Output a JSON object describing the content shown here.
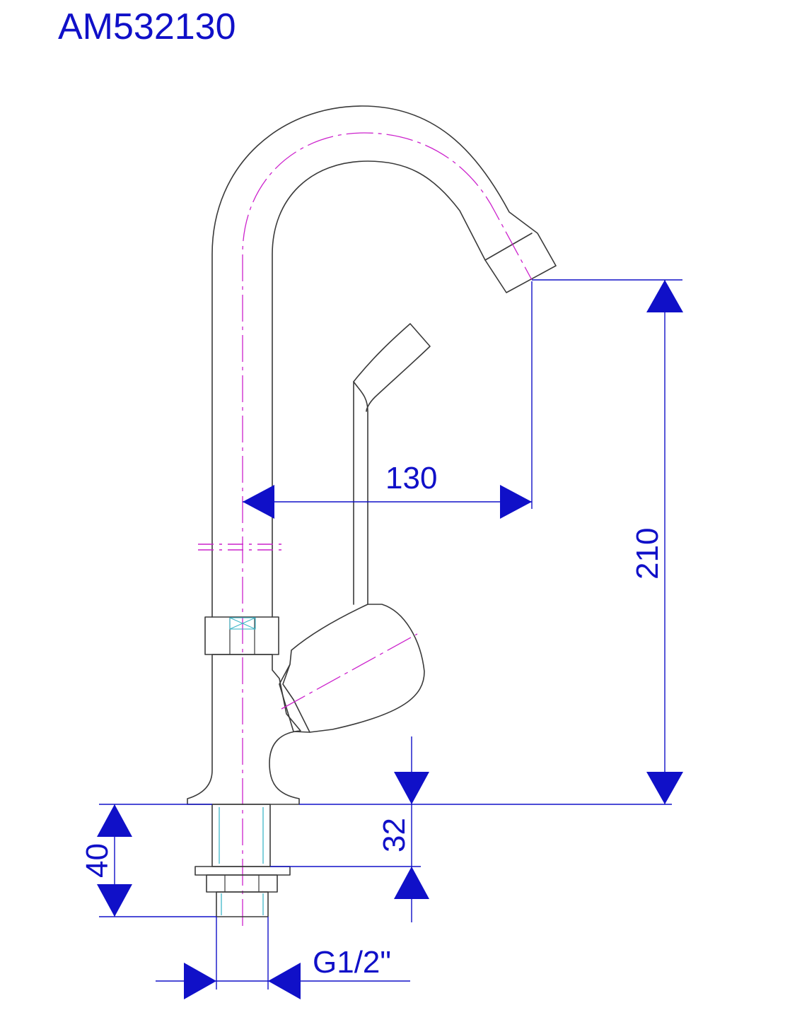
{
  "title": "AM532130",
  "dimensions": {
    "spout_reach": "130",
    "spout_height": "210",
    "thread_length": "40",
    "base_to_nut": "32",
    "connection": "G1/2\""
  },
  "colors": {
    "dimension": "#1010c8",
    "centerline": "#cc22cc",
    "outline": "#3a3a3a",
    "thread": "#3fb6c8"
  }
}
